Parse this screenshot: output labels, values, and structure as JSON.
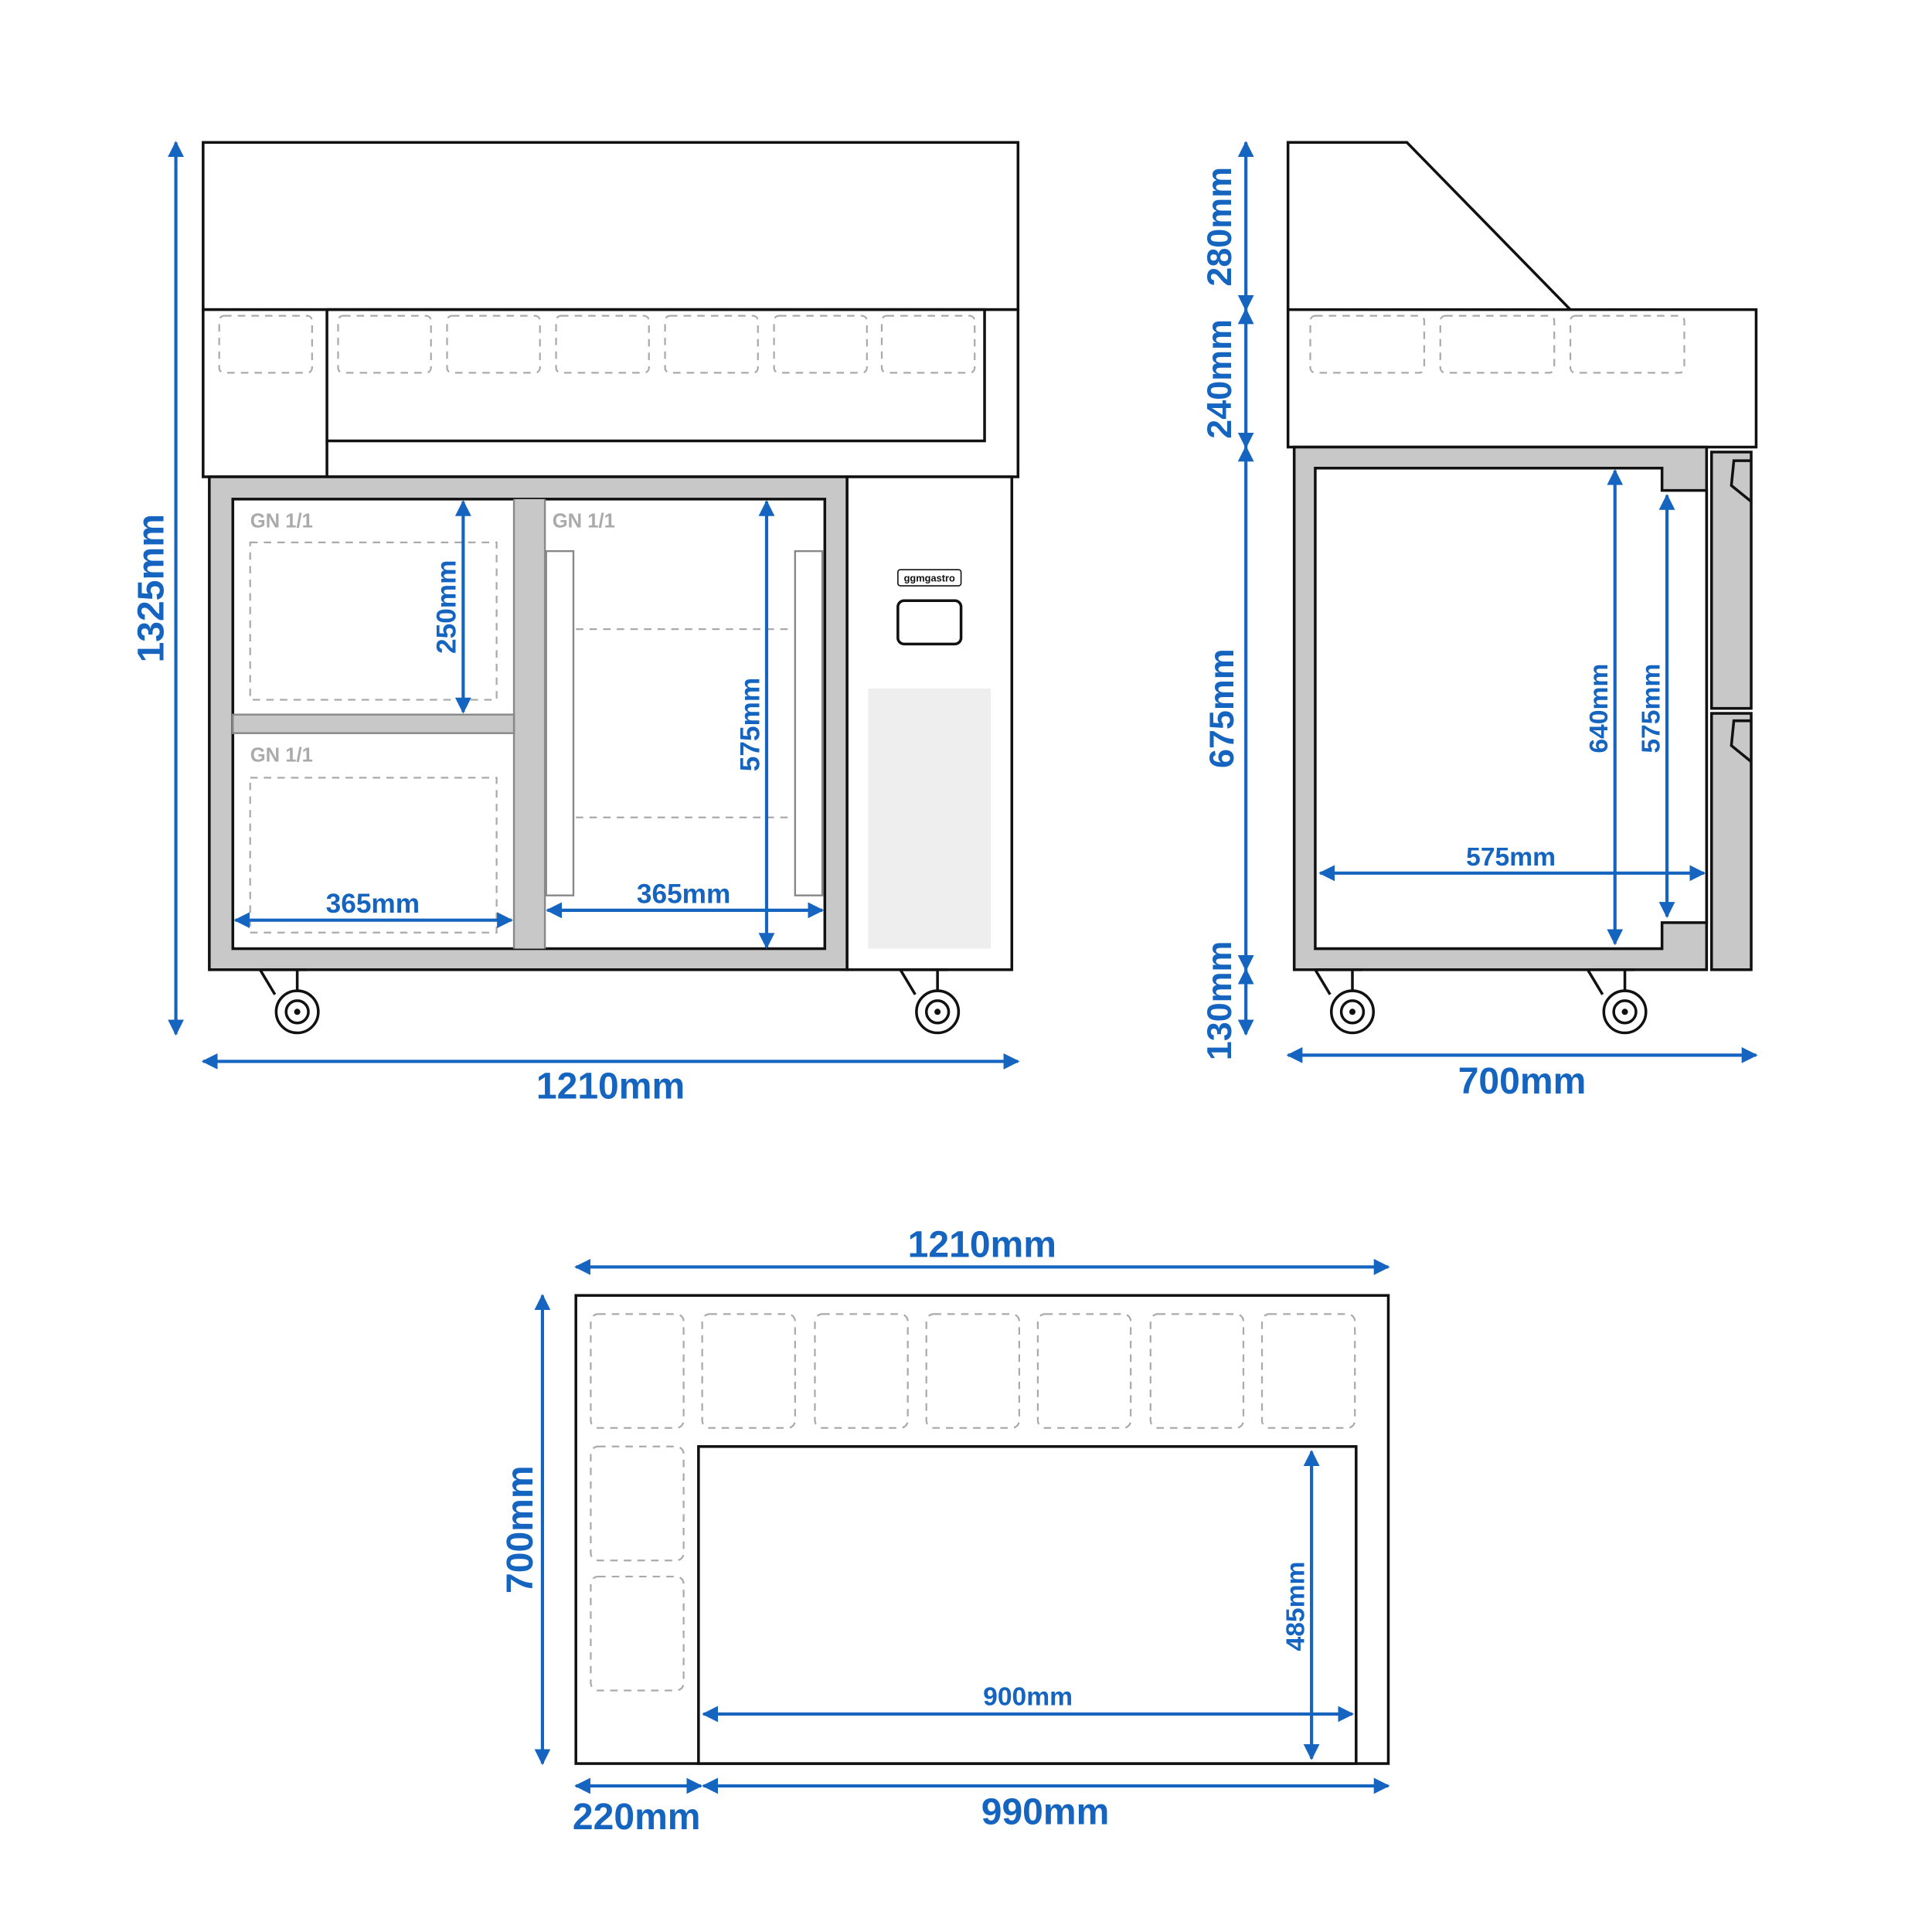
{
  "brand": "ggmgastro",
  "colors": {
    "dimension": "#1565c0",
    "outline": "#111111",
    "frame": "#c8c8c8"
  },
  "front_view": {
    "compartment_labels": [
      "GN 1/1",
      "GN 1/1",
      "GN 1/1"
    ],
    "dimensions": {
      "height": "1325mm",
      "width": "1210mm",
      "drawer_height": "250mm",
      "door_height": "575mm",
      "drawer_width": "365mm",
      "door_width": "365mm"
    }
  },
  "side_view": {
    "dimensions": {
      "top_hood": "280mm",
      "pan_band": "240mm",
      "body": "675mm",
      "legs": "130mm",
      "depth": "700mm",
      "inner_height": "640mm",
      "door_height": "575mm",
      "inner_depth": "575mm"
    }
  },
  "top_view": {
    "dimensions": {
      "width": "1210mm",
      "depth": "700mm",
      "work_depth": "485mm",
      "work_width": "900mm",
      "left_pans": "220mm",
      "work_area": "990mm"
    }
  }
}
